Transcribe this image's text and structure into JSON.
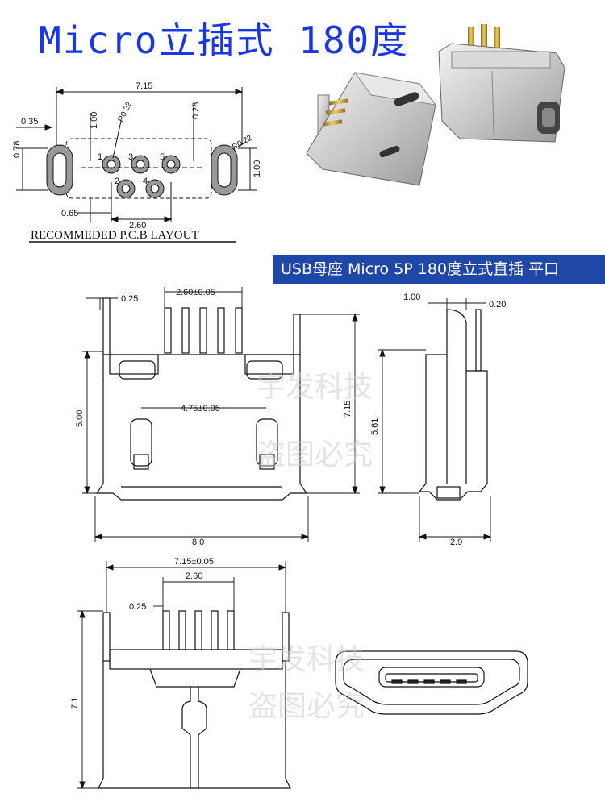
{
  "title": "Micro立插式 180度",
  "banner": "USB母座 Micro 5P 180度立式直插 平口",
  "pcb": {
    "caption": "RECOMMEDED P.C.B LAYOUT",
    "dims": {
      "w715": "7.15",
      "d035": "0.35",
      "d078": "0.78",
      "d100a": "1.00",
      "r022a": "R0.22",
      "d028": "0.28",
      "r022b": "R0.22",
      "d100b": "1.00",
      "d065": "0.65",
      "d260": "2.60"
    },
    "pins": [
      "1",
      "2",
      "3",
      "4",
      "5"
    ]
  },
  "front": {
    "d025": "0.25",
    "d260": "2.60±0.05",
    "d500": "5.00",
    "d475": "4.75±0.05",
    "d715": "7.15",
    "d80": "8.0"
  },
  "side": {
    "d100": "1.00",
    "d020": "0.20",
    "d561": "5.61",
    "d29": "2.9"
  },
  "bottom": {
    "d715": "7.15±0.05",
    "d260": "2.60",
    "d025": "0.25",
    "d71": "7.1"
  },
  "watermark": {
    "line1": "宇发科技",
    "line2": "盗图必究"
  },
  "colors": {
    "title": "#1a37e6",
    "banner": "#1f47a8"
  }
}
